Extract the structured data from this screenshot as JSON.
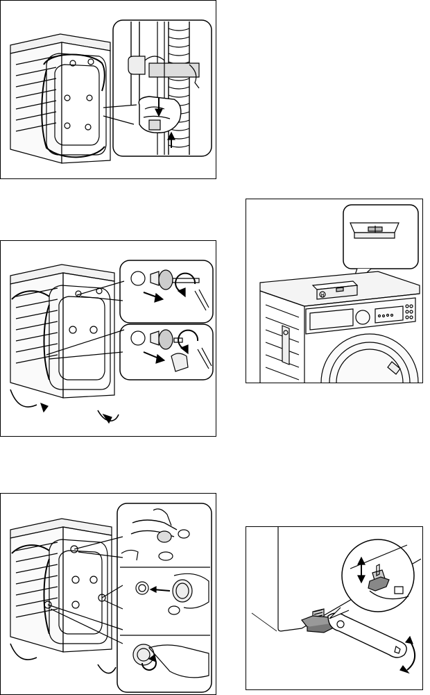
{
  "page": {
    "background": "#ffffff",
    "line_color": "#000000"
  },
  "figures": [
    {
      "id": "figure-1",
      "icon": "remove-transit-bolts-hose-clip-illustration"
    },
    {
      "id": "figure-2",
      "icon": "unscrew-transit-bolts-spanner-illustration"
    },
    {
      "id": "figure-3",
      "icon": "insert-plastic-caps-illustration"
    },
    {
      "id": "figure-4",
      "icon": "spirit-level-on-top-illustration"
    },
    {
      "id": "figure-5",
      "icon": "adjust-feet-wrench-illustration"
    }
  ],
  "level_label": "H"
}
